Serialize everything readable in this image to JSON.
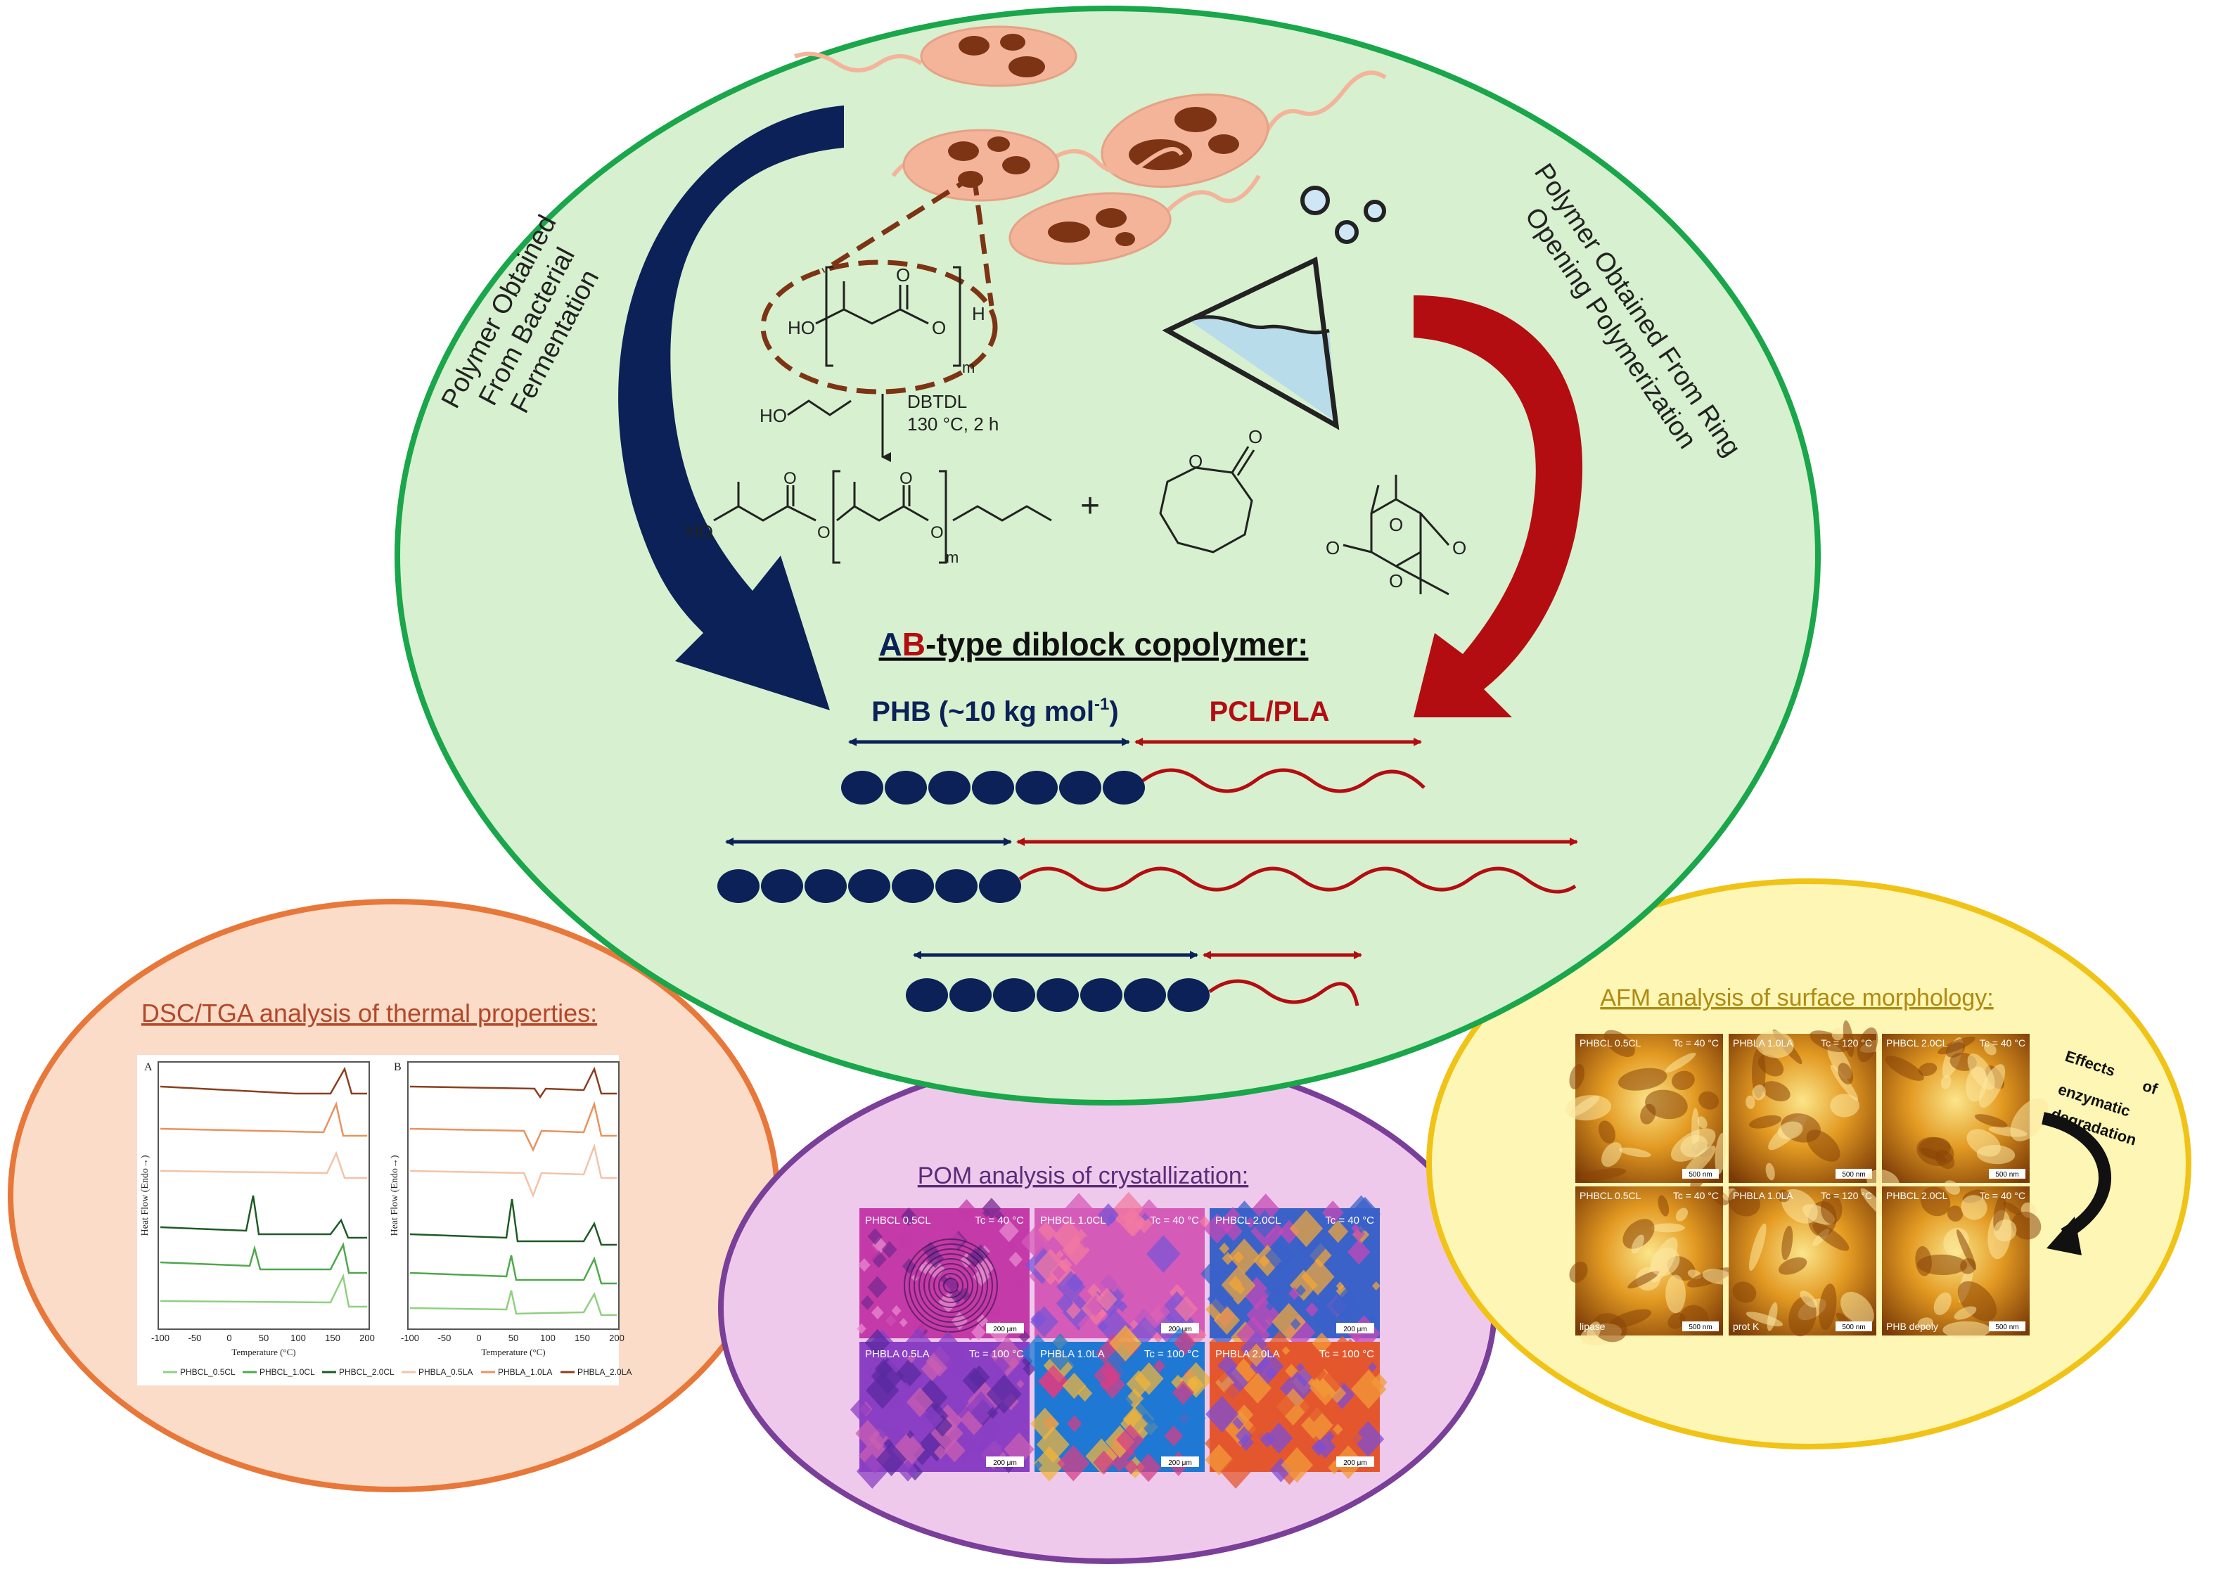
{
  "colors": {
    "main_fill": "#d7f0cf",
    "main_stroke": "#1aa64a",
    "dsc_fill": "#fbdcc8",
    "dsc_stroke": "#e8773a",
    "pom_fill": "#efc9ec",
    "pom_stroke": "#7a3f98",
    "afm_fill": "#fdf6b5",
    "afm_stroke": "#f0c316",
    "phb_blue": "#0b2157",
    "pcl_red": "#b30d12",
    "bacteria_body": "#f3b49a",
    "bacteria_granule": "#7d3414"
  },
  "left_arrow_label": [
    "Polymer Obtained",
    "From Bacterial",
    "Fermentation"
  ],
  "right_arrow_label": [
    "Polymer Obtained From Ring",
    "Opening Polymerization"
  ],
  "chemistry": {
    "ho_top": "HO",
    "o_top": "O",
    "h_top": "H",
    "m_top": "m",
    "butanol": "HO",
    "catalyst": "DBTDL",
    "conditions": "130 °C, 2 h",
    "ho_product": "HO",
    "o_labels": [
      "O",
      "O",
      "O",
      "O"
    ],
    "m_product": "m",
    "plus": "+",
    "cl_o": [
      "O",
      "O"
    ],
    "la_o": [
      "O",
      "O",
      "O",
      "O"
    ]
  },
  "copolymer": {
    "title_a": "A",
    "title_b": "B",
    "title_rest": "-type diblock copolymer:",
    "phb_label": "PHB (~10 kg mol",
    "phb_sup": "-1",
    "phb_close": ")",
    "pcl_label": "PCL/PLA",
    "chains": [
      {
        "beads": 7
      },
      {
        "beads": 7
      },
      {
        "beads": 7
      }
    ]
  },
  "dsc": {
    "title": "DSC/TGA analysis of thermal properties:",
    "panels": [
      "A",
      "B"
    ],
    "ylabel": "Heat Flow (Endo→)",
    "xlabel": "Temperature (°C)",
    "xticks": [
      "-100",
      "-50",
      "0",
      "50",
      "100",
      "150",
      "200"
    ],
    "legend": [
      "PHBCL_0.5CL",
      "PHBCL_1.0CL",
      "PHBCL_2.0CL",
      "PHBLA_0.5LA",
      "PHBLA_1.0LA",
      "PHBLA_2.0LA"
    ],
    "legend_colors": [
      "#8fd080",
      "#4fa84b",
      "#1f5a25",
      "#f3c3a8",
      "#e8935e",
      "#8a3f1f"
    ]
  },
  "pom": {
    "title": "POM analysis of crystallization:",
    "tiles": [
      {
        "label": "PHBCL 0.5CL",
        "temp": "Tc = 40 °C",
        "scale": "200 μm",
        "c1": "#c43aa8",
        "c2": "#e98ad0",
        "c3": "#7a2a92"
      },
      {
        "label": "PHBCL 1.0CL",
        "temp": "Tc = 40 °C",
        "scale": "200 μm",
        "c1": "#d45bb8",
        "c2": "#7b54d6",
        "c3": "#f27aa2"
      },
      {
        "label": "PHBCL 2.0CL",
        "temp": "Tc = 40 °C",
        "scale": "200 μm",
        "c1": "#3b62c9",
        "c2": "#f0a63a",
        "c3": "#c64ab6"
      },
      {
        "label": "PHBLA 0.5LA",
        "temp": "Tc = 100 °C",
        "scale": "200 μm",
        "c1": "#8a3fc4",
        "c2": "#c95fb1",
        "c3": "#5a2aa0"
      },
      {
        "label": "PHBLA 1.0LA",
        "temp": "Tc = 100 °C",
        "scale": "200 μm",
        "c1": "#1f78d4",
        "c2": "#f0b43c",
        "c3": "#d63f86"
      },
      {
        "label": "PHBLA 2.0LA",
        "temp": "Tc = 100 °C",
        "scale": "200 μm",
        "c1": "#e4572e",
        "c2": "#7c4dd6",
        "c3": "#f39a3a"
      }
    ]
  },
  "afm": {
    "title": "AFM analysis of surface morphology:",
    "degradation_label": [
      "Effects",
      "of",
      "enzymatic",
      "degradation"
    ],
    "tiles": [
      {
        "label": "PHBCL 0.5CL",
        "temp": "Tc = 40 °C",
        "scale": "500 nm",
        "enzyme": ""
      },
      {
        "label": "PHBLA 1.0LA",
        "temp": "Tc = 120 °C",
        "scale": "500 nm",
        "enzyme": ""
      },
      {
        "label": "PHBCL 2.0CL",
        "temp": "Tc = 40 °C",
        "scale": "500 nm",
        "enzyme": ""
      },
      {
        "label": "PHBCL 0.5CL",
        "temp": "Tc = 40 °C",
        "scale": "500 nm",
        "enzyme": "lipase"
      },
      {
        "label": "PHBLA 1.0LA",
        "temp": "Tc = 120 °C",
        "scale": "500 nm",
        "enzyme": "prot K"
      },
      {
        "label": "PHBCL 2.0CL",
        "temp": "Tc = 40 °C",
        "scale": "500 nm",
        "enzyme": "PHB depoly"
      }
    ]
  }
}
